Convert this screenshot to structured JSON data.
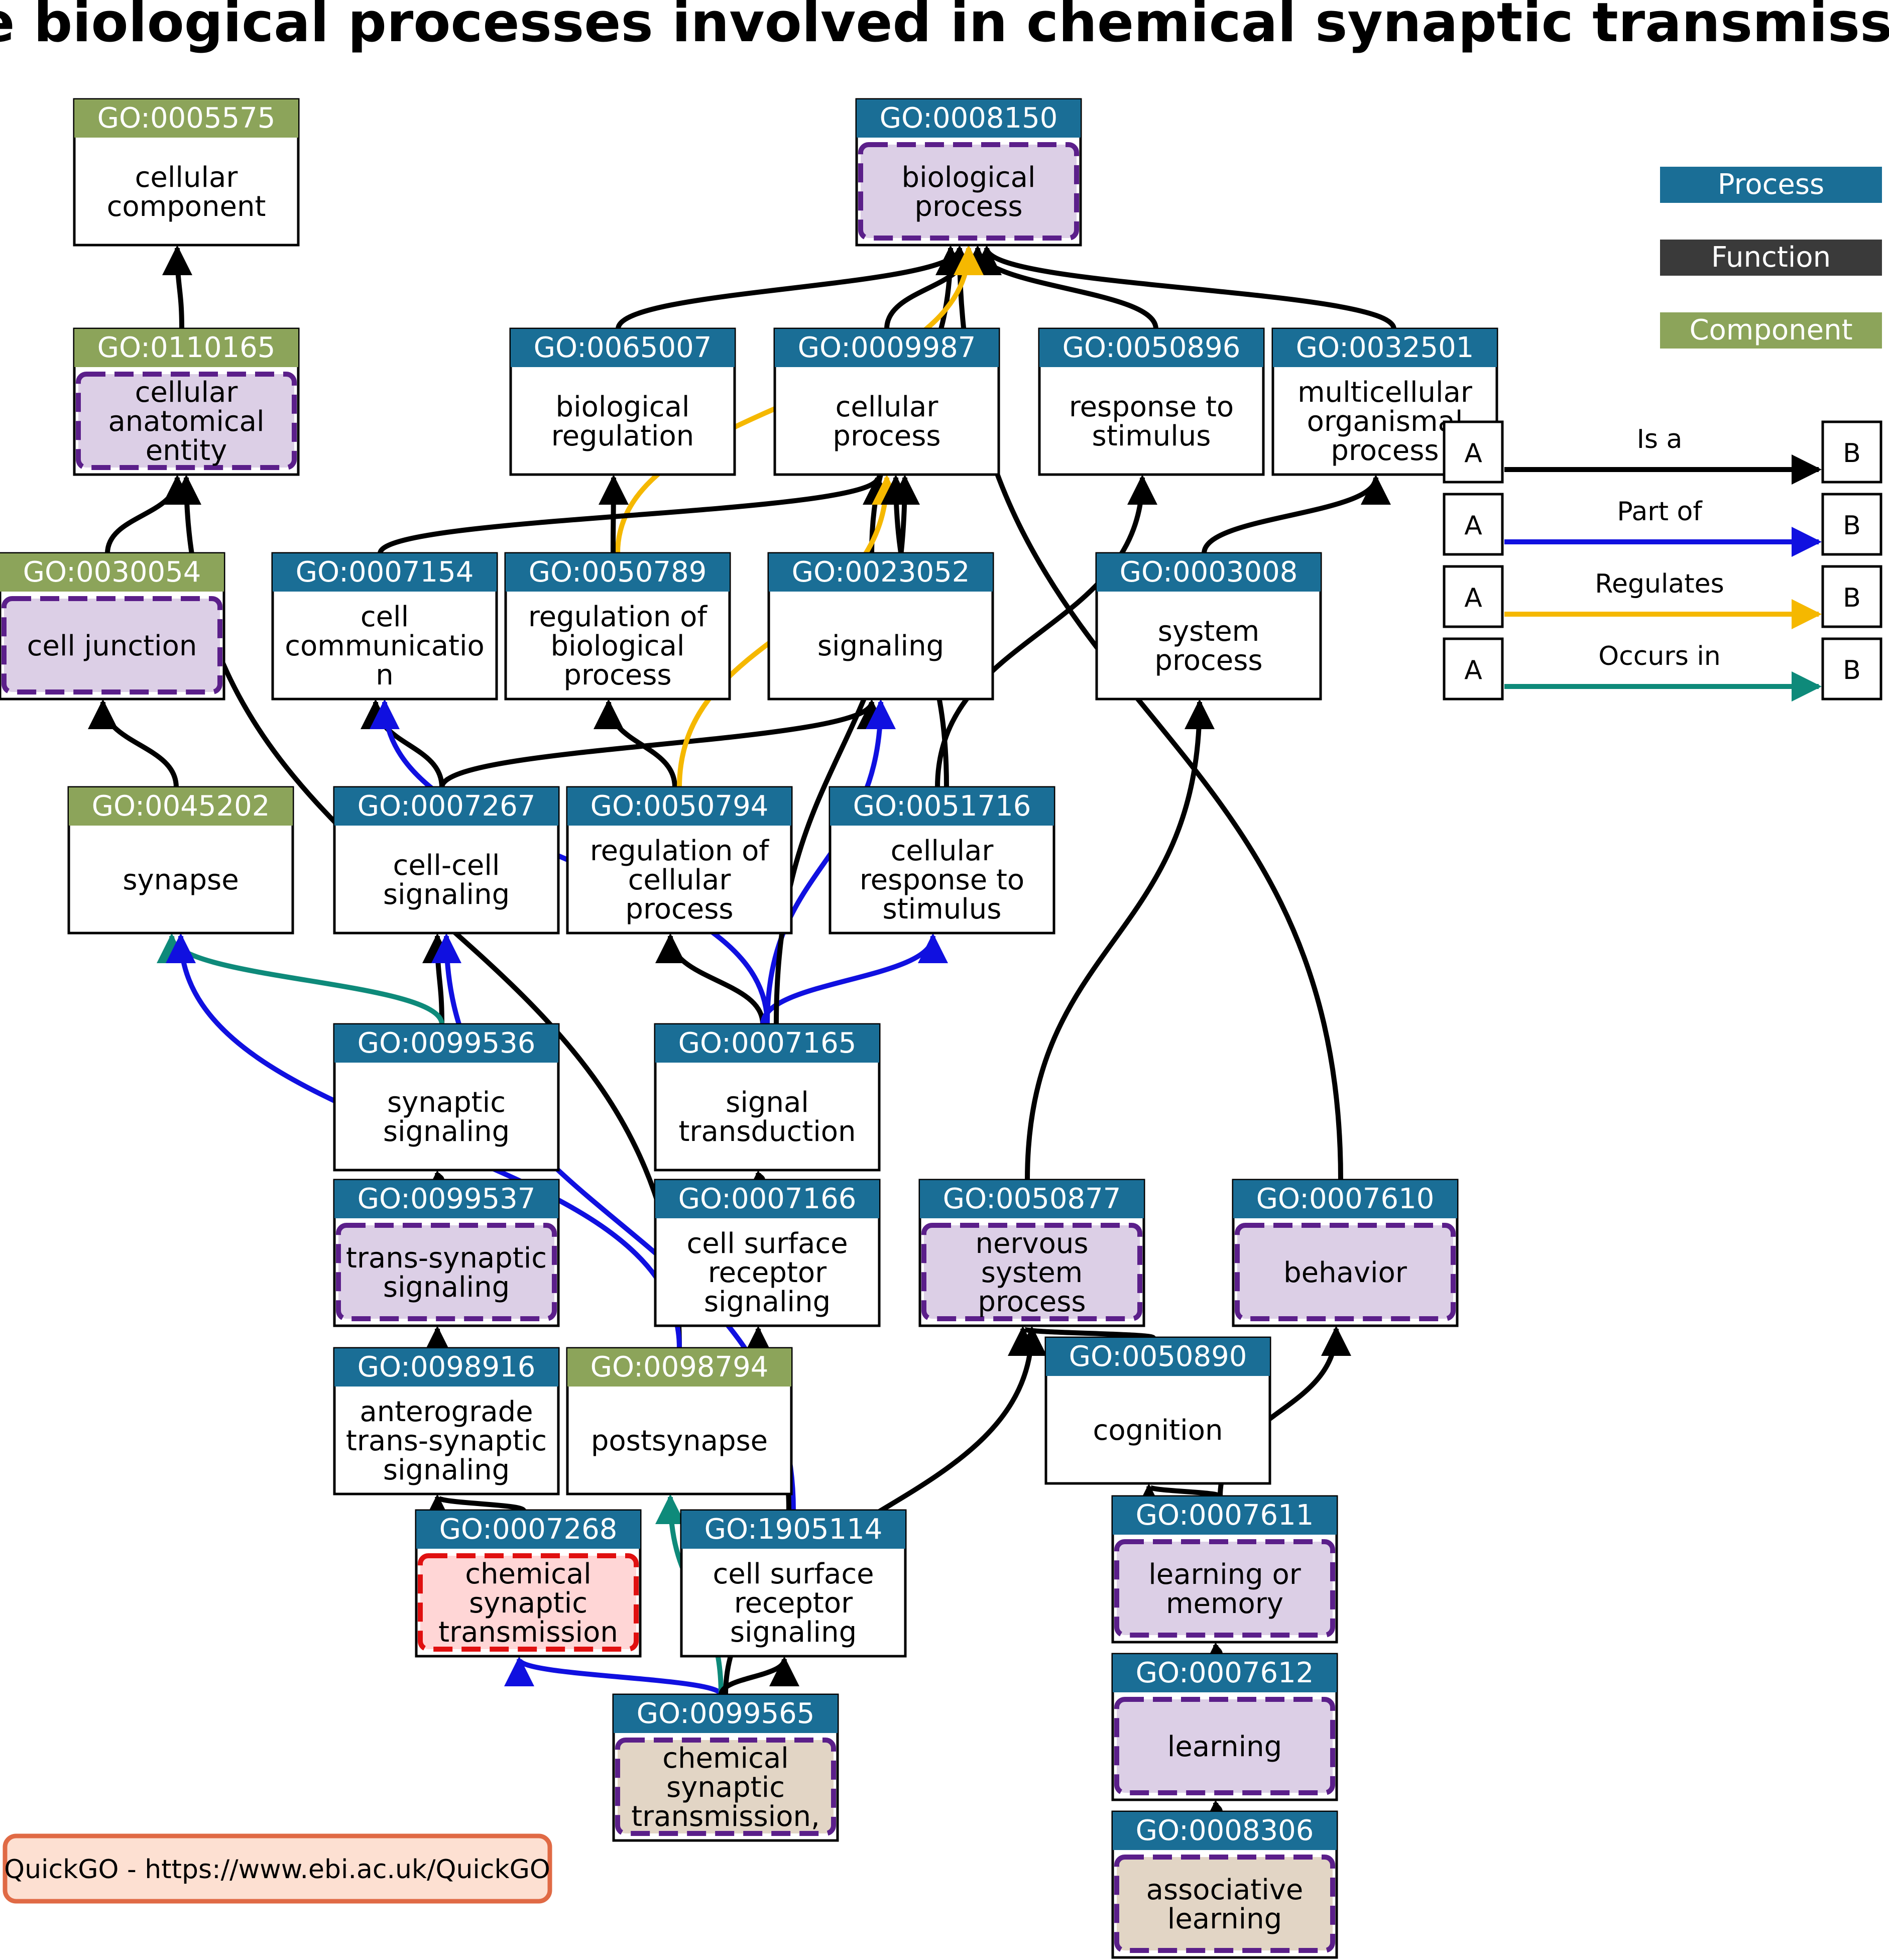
{
  "title": "The biological processes involved in chemical synaptic transmission",
  "footer": "QuickGO - https://www.ebi.ac.uk/QuickGO",
  "colors": {
    "process": "#1a6e96",
    "function": "#3a3a3a",
    "component": "#8ca45a",
    "is_a": "#000000",
    "part_of": "#1010e0",
    "regulates": "#f5b800",
    "occurs_in": "#0e8a7a",
    "highlight_fill": "#dccfe6",
    "highlight_border": "#5b1f8a",
    "query_fill": "#ffd6d6",
    "query_border": "#e01010",
    "leaf_fill": "#e2d5c5"
  },
  "legend": {
    "types": [
      {
        "label": "Process",
        "color": "#1a6e96"
      },
      {
        "label": "Function",
        "color": "#3a3a3a"
      },
      {
        "label": "Component",
        "color": "#8ca45a"
      }
    ],
    "relations": [
      {
        "label": "Is a",
        "a": "A",
        "b": "B",
        "color": "#000000"
      },
      {
        "label": "Part of",
        "a": "A",
        "b": "B",
        "color": "#1010e0"
      },
      {
        "label": "Regulates",
        "a": "A",
        "b": "B",
        "color": "#f5b800"
      },
      {
        "label": "Occurs in",
        "a": "A",
        "b": "B",
        "color": "#0e8a7a"
      }
    ]
  },
  "nodes": [
    {
      "id": "GO:0005575",
      "label": [
        "cellular",
        "component"
      ],
      "type": "component",
      "style": "plain"
    },
    {
      "id": "GO:0008150",
      "label": [
        "biological",
        "process"
      ],
      "type": "process",
      "style": "highlight"
    },
    {
      "id": "GO:0110165",
      "label": [
        "cellular",
        "anatomical",
        "entity"
      ],
      "type": "component",
      "style": "highlight"
    },
    {
      "id": "GO:0065007",
      "label": [
        "biological",
        "regulation"
      ],
      "type": "process",
      "style": "plain"
    },
    {
      "id": "GO:0009987",
      "label": [
        "cellular",
        "process"
      ],
      "type": "process",
      "style": "plain"
    },
    {
      "id": "GO:0050896",
      "label": [
        "response to",
        "stimulus"
      ],
      "type": "process",
      "style": "plain"
    },
    {
      "id": "GO:0032501",
      "label": [
        "multicellular",
        "organismal",
        "process"
      ],
      "type": "process",
      "style": "plain"
    },
    {
      "id": "GO:0030054",
      "label": [
        "cell junction"
      ],
      "type": "component",
      "style": "highlight"
    },
    {
      "id": "GO:0007154",
      "label": [
        "cell",
        "communicatio",
        "n"
      ],
      "type": "process",
      "style": "plain"
    },
    {
      "id": "GO:0050789",
      "label": [
        "regulation of",
        "biological",
        "process"
      ],
      "type": "process",
      "style": "plain"
    },
    {
      "id": "GO:0023052",
      "label": [
        "signaling"
      ],
      "type": "process",
      "style": "plain"
    },
    {
      "id": "GO:0003008",
      "label": [
        "system",
        "process"
      ],
      "type": "process",
      "style": "plain"
    },
    {
      "id": "GO:0045202",
      "label": [
        "synapse"
      ],
      "type": "component",
      "style": "plain"
    },
    {
      "id": "GO:0007267",
      "label": [
        "cell-cell",
        "signaling"
      ],
      "type": "process",
      "style": "plain"
    },
    {
      "id": "GO:0050794",
      "label": [
        "regulation of",
        "cellular",
        "process"
      ],
      "type": "process",
      "style": "plain"
    },
    {
      "id": "GO:0051716",
      "label": [
        "cellular",
        "response to",
        "stimulus"
      ],
      "type": "process",
      "style": "plain"
    },
    {
      "id": "GO:0099536",
      "label": [
        "synaptic",
        "signaling"
      ],
      "type": "process",
      "style": "plain"
    },
    {
      "id": "GO:0007165",
      "label": [
        "signal",
        "transduction"
      ],
      "type": "process",
      "style": "plain"
    },
    {
      "id": "GO:0099537",
      "label": [
        "trans-synaptic",
        "signaling"
      ],
      "type": "process",
      "style": "highlight"
    },
    {
      "id": "GO:0007166",
      "label": [
        "cell surface",
        "receptor",
        "signaling"
      ],
      "type": "process",
      "style": "plain"
    },
    {
      "id": "GO:0050877",
      "label": [
        "nervous",
        "system",
        "process"
      ],
      "type": "process",
      "style": "highlight"
    },
    {
      "id": "GO:0007610",
      "label": [
        "behavior"
      ],
      "type": "process",
      "style": "highlight"
    },
    {
      "id": "GO:0098916",
      "label": [
        "anterograde",
        "trans-synaptic",
        "signaling"
      ],
      "type": "process",
      "style": "plain"
    },
    {
      "id": "GO:0098794",
      "label": [
        "postsynapse"
      ],
      "type": "component",
      "style": "plain"
    },
    {
      "id": "GO:0050890",
      "label": [
        "cognition"
      ],
      "type": "process",
      "style": "plain"
    },
    {
      "id": "GO:0007268",
      "label": [
        "chemical",
        "synaptic",
        "transmission"
      ],
      "type": "process",
      "style": "query"
    },
    {
      "id": "GO:1905114",
      "label": [
        "cell surface",
        "receptor",
        "signaling"
      ],
      "type": "process",
      "style": "plain"
    },
    {
      "id": "GO:0007611",
      "label": [
        "learning or",
        "memory"
      ],
      "type": "process",
      "style": "highlight"
    },
    {
      "id": "GO:0099565",
      "label": [
        "chemical",
        "synaptic",
        "transmission,"
      ],
      "type": "process",
      "style": "leaf"
    },
    {
      "id": "GO:0007612",
      "label": [
        "learning"
      ],
      "type": "process",
      "style": "highlight"
    },
    {
      "id": "GO:0008306",
      "label": [
        "associative",
        "learning"
      ],
      "type": "process",
      "style": "leaf"
    }
  ],
  "edges": [
    {
      "from": "GO:0110165",
      "to": "GO:0005575",
      "rel": "is_a"
    },
    {
      "from": "GO:0030054",
      "to": "GO:0110165",
      "rel": "is_a"
    },
    {
      "from": "GO:0045202",
      "to": "GO:0030054",
      "rel": "is_a"
    },
    {
      "from": "GO:0098794",
      "to": "GO:0110165",
      "rel": "is_a"
    },
    {
      "from": "GO:0065007",
      "to": "GO:0008150",
      "rel": "is_a"
    },
    {
      "from": "GO:0009987",
      "to": "GO:0008150",
      "rel": "is_a"
    },
    {
      "from": "GO:0050896",
      "to": "GO:0008150",
      "rel": "is_a"
    },
    {
      "from": "GO:0032501",
      "to": "GO:0008150",
      "rel": "is_a"
    },
    {
      "from": "GO:0023052",
      "to": "GO:0008150",
      "rel": "is_a"
    },
    {
      "from": "GO:0007610",
      "to": "GO:0008150",
      "rel": "is_a"
    },
    {
      "from": "GO:0050789",
      "to": "GO:0008150",
      "rel": "regulates"
    },
    {
      "from": "GO:0007154",
      "to": "GO:0009987",
      "rel": "is_a"
    },
    {
      "from": "GO:0050789",
      "to": "GO:0065007",
      "rel": "is_a"
    },
    {
      "from": "GO:0003008",
      "to": "GO:0032501",
      "rel": "is_a"
    },
    {
      "from": "GO:0007267",
      "to": "GO:0007154",
      "rel": "is_a"
    },
    {
      "from": "GO:0007267",
      "to": "GO:0023052",
      "rel": "is_a"
    },
    {
      "from": "GO:0050794",
      "to": "GO:0050789",
      "rel": "is_a"
    },
    {
      "from": "GO:0050794",
      "to": "GO:0009987",
      "rel": "regulates"
    },
    {
      "from": "GO:0051716",
      "to": "GO:0050896",
      "rel": "is_a"
    },
    {
      "from": "GO:0051716",
      "to": "GO:0009987",
      "rel": "is_a"
    },
    {
      "from": "GO:0099536",
      "to": "GO:0007267",
      "rel": "is_a"
    },
    {
      "from": "GO:0099536",
      "to": "GO:0045202",
      "rel": "occurs_in"
    },
    {
      "from": "GO:0007165",
      "to": "GO:0007154",
      "rel": "part_of"
    },
    {
      "from": "GO:0007165",
      "to": "GO:0050794",
      "rel": "is_a"
    },
    {
      "from": "GO:0007165",
      "to": "GO:0051716",
      "rel": "part_of"
    },
    {
      "from": "GO:0007165",
      "to": "GO:0023052",
      "rel": "part_of"
    },
    {
      "from": "GO:0007165",
      "to": "GO:0009987",
      "rel": "is_a"
    },
    {
      "from": "GO:0099537",
      "to": "GO:0099536",
      "rel": "is_a"
    },
    {
      "from": "GO:0007166",
      "to": "GO:0007165",
      "rel": "is_a"
    },
    {
      "from": "GO:0050877",
      "to": "GO:0003008",
      "rel": "is_a"
    },
    {
      "from": "GO:0098916",
      "to": "GO:0099537",
      "rel": "is_a"
    },
    {
      "from": "GO:0098794",
      "to": "GO:0045202",
      "rel": "part_of"
    },
    {
      "from": "GO:1905114",
      "to": "GO:0007267",
      "rel": "part_of"
    },
    {
      "from": "GO:0050890",
      "to": "GO:0050877",
      "rel": "is_a"
    },
    {
      "from": "GO:0007268",
      "to": "GO:0098916",
      "rel": "is_a"
    },
    {
      "from": "GO:1905114",
      "to": "GO:0007166",
      "rel": "is_a"
    },
    {
      "from": "GO:0007611",
      "to": "GO:0050890",
      "rel": "is_a"
    },
    {
      "from": "GO:0007611",
      "to": "GO:0007610",
      "rel": "is_a"
    },
    {
      "from": "GO:0099565",
      "to": "GO:0007268",
      "rel": "part_of"
    },
    {
      "from": "GO:0099565",
      "to": "GO:0098794",
      "rel": "occurs_in"
    },
    {
      "from": "GO:0099565",
      "to": "GO:1905114",
      "rel": "is_a"
    },
    {
      "from": "GO:0099565",
      "to": "GO:0050877",
      "rel": "is_a"
    },
    {
      "from": "GO:0007612",
      "to": "GO:0007611",
      "rel": "is_a"
    },
    {
      "from": "GO:0008306",
      "to": "GO:0007612",
      "rel": "is_a"
    }
  ]
}
